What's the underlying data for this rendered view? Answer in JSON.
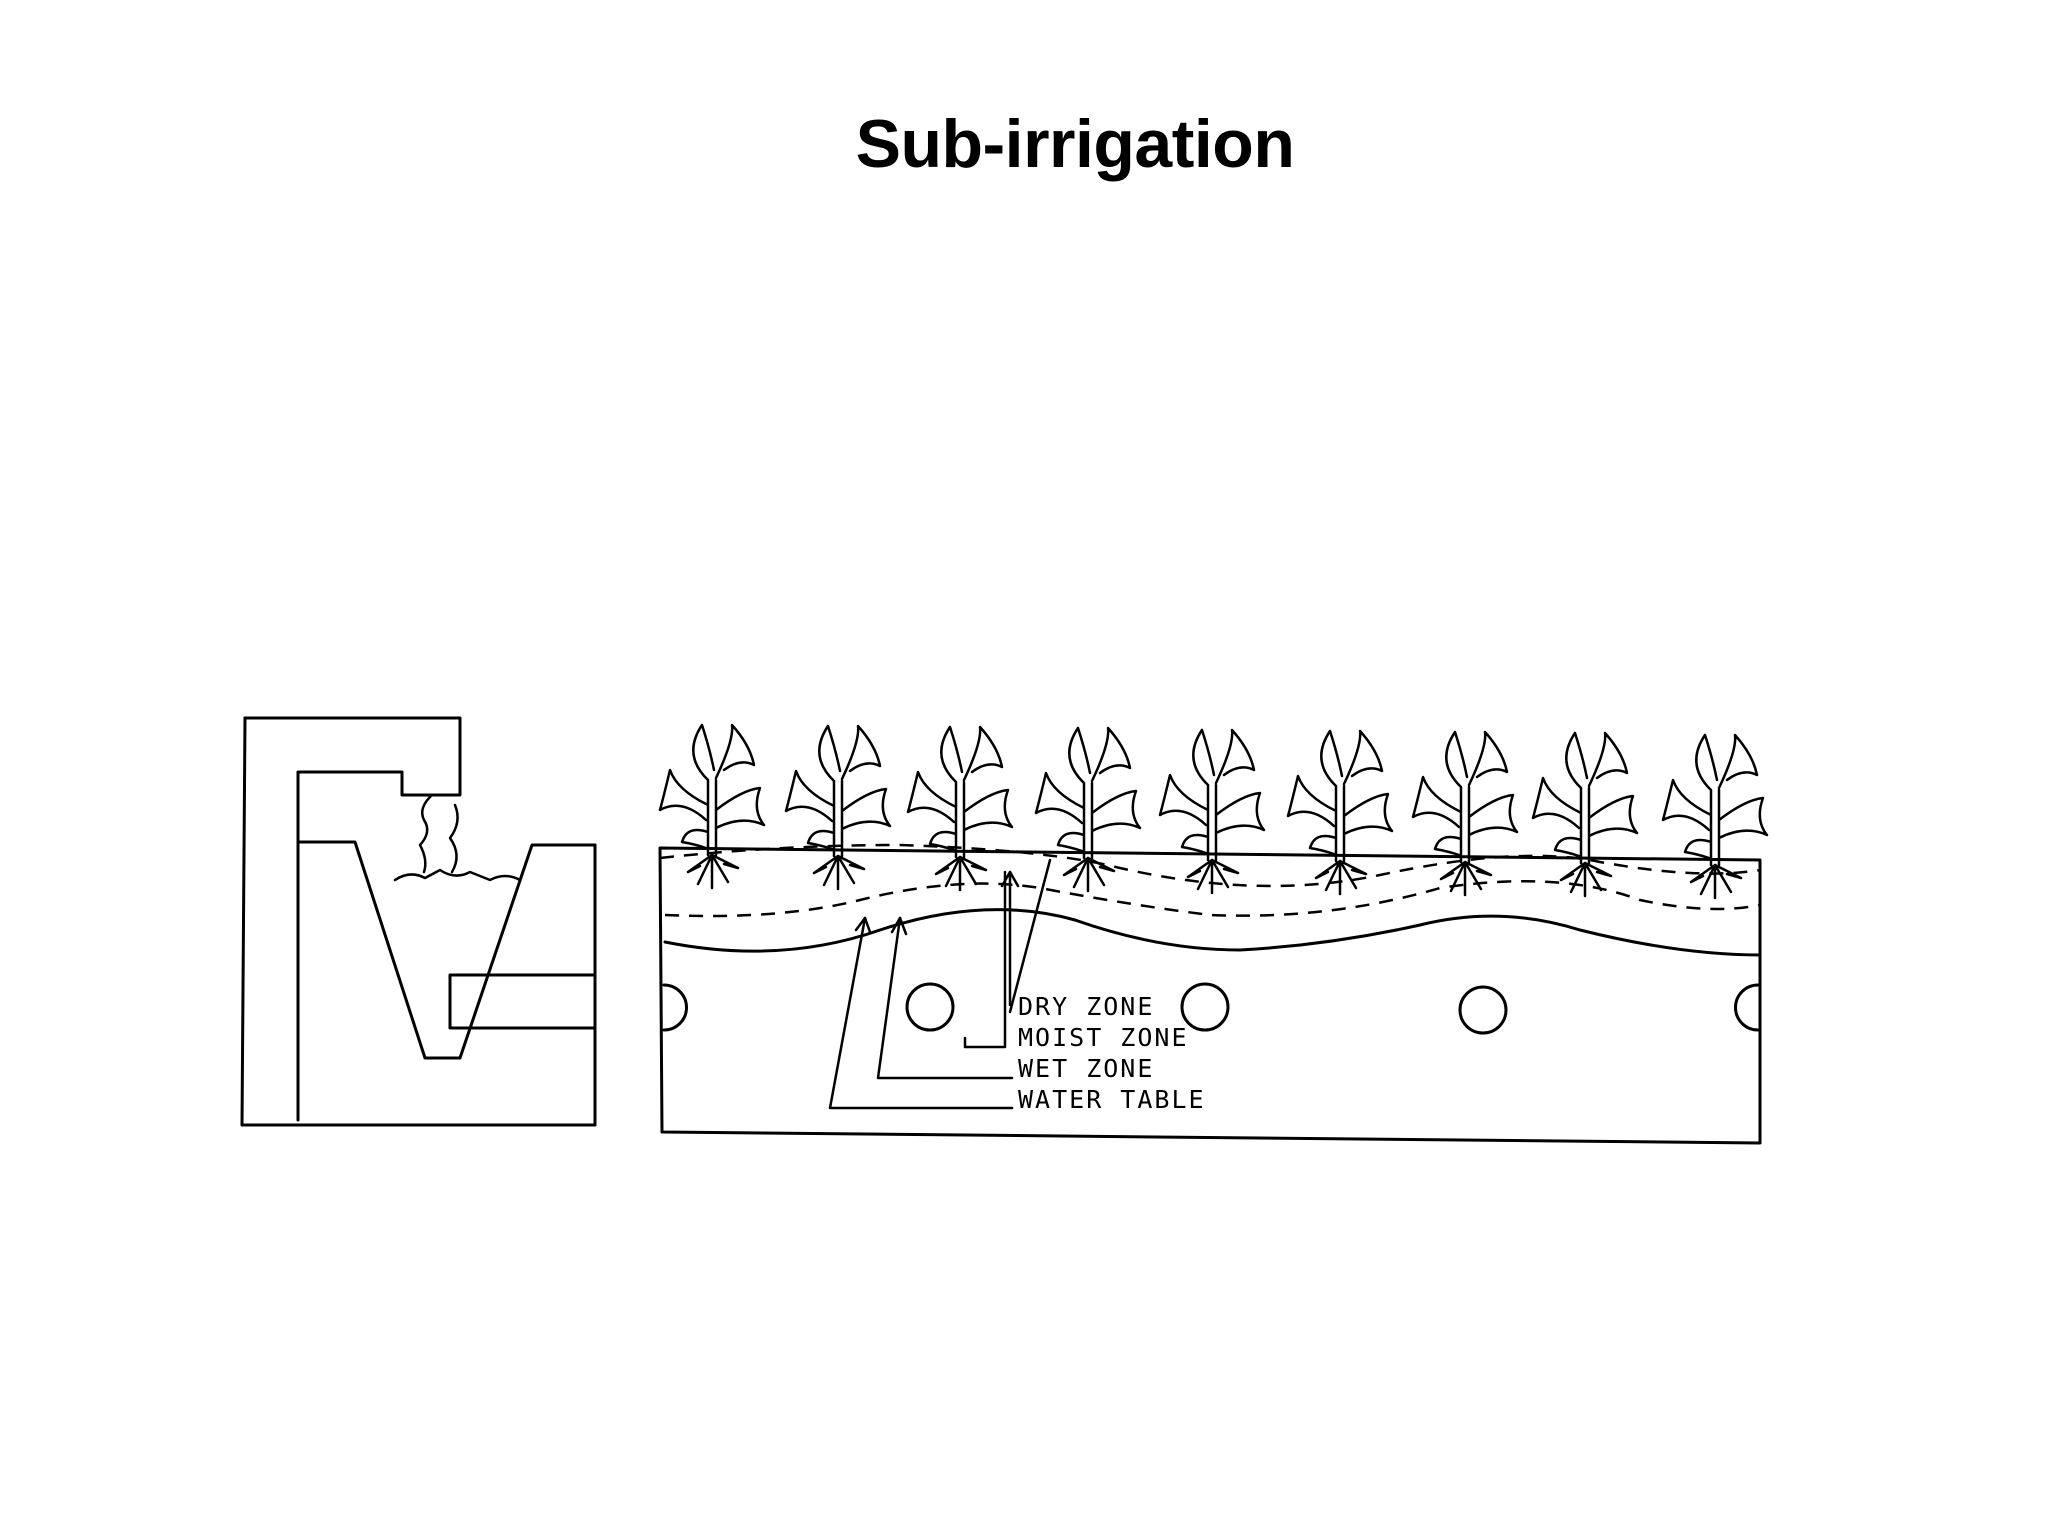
{
  "slide": {
    "title": "Sub-irrigation"
  },
  "diagram": {
    "zone_labels": {
      "dry": "DRY ZONE",
      "moist": "MOIST ZONE",
      "wet": "WET ZONE",
      "water_table": "WATER TABLE"
    },
    "plant_count": 9,
    "drain_pipe_count": 5
  }
}
